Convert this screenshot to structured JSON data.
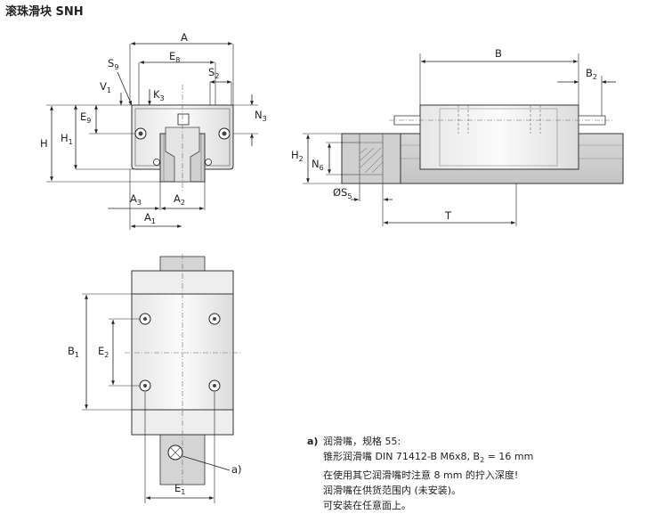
{
  "title": "滚珠滑块 SNH",
  "labels": {
    "A": "A",
    "E8": "E",
    "E8_sub": "8",
    "S9": "S",
    "S9_sub": "9",
    "V1": "V",
    "V1_sub": "1",
    "K3": "K",
    "K3_sub": "3",
    "S2": "S",
    "S2_sub": "2",
    "N3": "N",
    "N3_sub": "3",
    "E9": "E",
    "E9_sub": "9",
    "H": "H",
    "H1": "H",
    "H1_sub": "1",
    "A3": "A",
    "A3_sub": "3",
    "A2": "A",
    "A2_sub": "2",
    "A1": "A",
    "A1_sub": "1",
    "B": "B",
    "B2": "B",
    "B2_sub": "2",
    "H2": "H",
    "H2_sub": "2",
    "N6": "N",
    "N6_sub": "6",
    "S5": "ØS",
    "S5_sub": "5",
    "T": "T",
    "B1": "B",
    "B1_sub": "1",
    "E2": "E",
    "E2_sub": "2",
    "E1": "E",
    "E1_sub": "1",
    "callout_a": "a)"
  },
  "note": {
    "key": "a)",
    "line1": "润滑嘴，规格 55:",
    "line2_pre": "锥形润滑嘴 DIN 71412-B M6x8, B",
    "line2_sub": "2",
    "line2_post": " = 16 mm",
    "line3": "在使用其它润滑嘴时注意 8 mm 的拧入深度!",
    "line4": "润滑嘴在供货范围内 (未安装)。",
    "line5": "可安装在任意面上。"
  }
}
